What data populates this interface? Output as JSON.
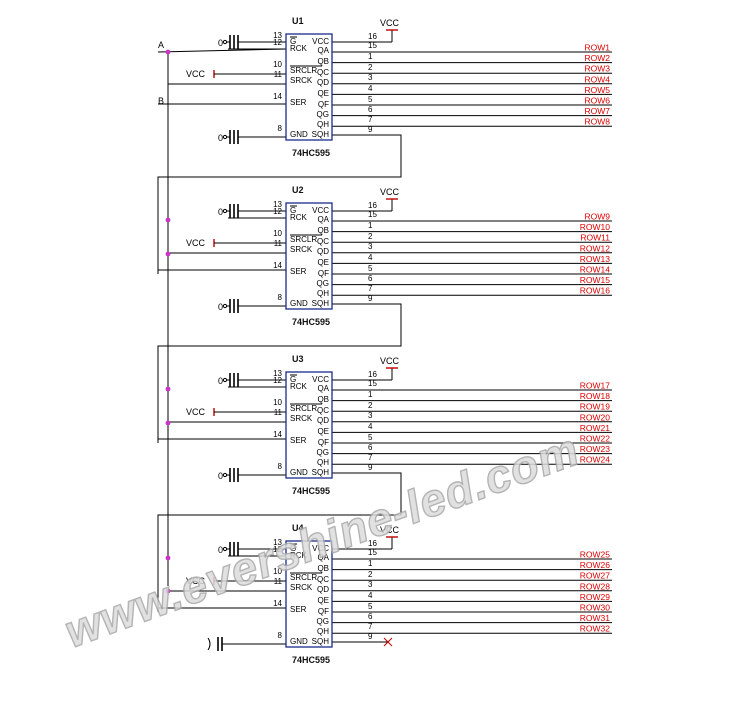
{
  "chips": [
    {
      "ref": "U1",
      "part": "74HC595",
      "vcc_label": "VCC",
      "vcc_pin": "16",
      "left_pins": [
        {
          "num": "13",
          "name": "G"
        },
        {
          "num": "12",
          "name": "RCK"
        },
        {
          "num": "10",
          "name": "SRCLR"
        },
        {
          "num": "11",
          "name": "SRCK"
        },
        {
          "num": "14",
          "name": "SER"
        },
        {
          "num": "8",
          "name": "GND"
        }
      ],
      "right_pins": [
        {
          "num": "16",
          "name": "VCC"
        },
        {
          "num": "15",
          "name": "QA"
        },
        {
          "num": "1",
          "name": "QB"
        },
        {
          "num": "2",
          "name": "QC"
        },
        {
          "num": "3",
          "name": "QD"
        },
        {
          "num": "4",
          "name": "QE"
        },
        {
          "num": "5",
          "name": "QF"
        },
        {
          "num": "6",
          "name": "QG"
        },
        {
          "num": "7",
          "name": "QH"
        },
        {
          "num": "9",
          "name": "SQH"
        }
      ],
      "rows": [
        "ROW1",
        "ROW2",
        "ROW3",
        "ROW4",
        "ROW5",
        "ROW6",
        "ROW7",
        "ROW8"
      ],
      "g_label": "0",
      "srclr_label": "VCC",
      "gnd_label": "0"
    },
    {
      "ref": "U2",
      "part": "74HC595",
      "vcc_label": "VCC",
      "vcc_pin": "16",
      "left_pins": [
        {
          "num": "13",
          "name": "G"
        },
        {
          "num": "12",
          "name": "RCK"
        },
        {
          "num": "10",
          "name": "SRCLR"
        },
        {
          "num": "11",
          "name": "SRCK"
        },
        {
          "num": "14",
          "name": "SER"
        },
        {
          "num": "8",
          "name": "GND"
        }
      ],
      "right_pins": [
        {
          "num": "16",
          "name": "VCC"
        },
        {
          "num": "15",
          "name": "QA"
        },
        {
          "num": "1",
          "name": "QB"
        },
        {
          "num": "2",
          "name": "QC"
        },
        {
          "num": "3",
          "name": "QD"
        },
        {
          "num": "4",
          "name": "QE"
        },
        {
          "num": "5",
          "name": "QF"
        },
        {
          "num": "6",
          "name": "QG"
        },
        {
          "num": "7",
          "name": "QH"
        },
        {
          "num": "9",
          "name": "SQH"
        }
      ],
      "rows": [
        "ROW9",
        "ROW10",
        "ROW11",
        "ROW12",
        "ROW13",
        "ROW14",
        "ROW15",
        "ROW16"
      ],
      "g_label": "0",
      "srclr_label": "VCC",
      "gnd_label": "0"
    },
    {
      "ref": "U3",
      "part": "74HC595",
      "vcc_label": "VCC",
      "vcc_pin": "16",
      "left_pins": [
        {
          "num": "13",
          "name": "G"
        },
        {
          "num": "12",
          "name": "RCK"
        },
        {
          "num": "10",
          "name": "SRCLR"
        },
        {
          "num": "11",
          "name": "SRCK"
        },
        {
          "num": "14",
          "name": "SER"
        },
        {
          "num": "8",
          "name": "GND"
        }
      ],
      "right_pins": [
        {
          "num": "16",
          "name": "VCC"
        },
        {
          "num": "15",
          "name": "QA"
        },
        {
          "num": "1",
          "name": "QB"
        },
        {
          "num": "2",
          "name": "QC"
        },
        {
          "num": "3",
          "name": "QD"
        },
        {
          "num": "4",
          "name": "QE"
        },
        {
          "num": "5",
          "name": "QF"
        },
        {
          "num": "6",
          "name": "QG"
        },
        {
          "num": "7",
          "name": "QH"
        },
        {
          "num": "9",
          "name": "SQH"
        }
      ],
      "rows": [
        "ROW17",
        "ROW18",
        "ROW19",
        "ROW20",
        "ROW21",
        "ROW22",
        "ROW23",
        "ROW24"
      ],
      "g_label": "0",
      "srclr_label": "VCC",
      "gnd_label": "0"
    },
    {
      "ref": "U4",
      "part": "74HC595",
      "vcc_label": "VCC",
      "vcc_pin": "16",
      "left_pins": [
        {
          "num": "13",
          "name": "G"
        },
        {
          "num": "12",
          "name": "RCK"
        },
        {
          "num": "10",
          "name": "SRCLR"
        },
        {
          "num": "11",
          "name": "SRCK"
        },
        {
          "num": "14",
          "name": "SER"
        },
        {
          "num": "8",
          "name": "GND"
        }
      ],
      "right_pins": [
        {
          "num": "16",
          "name": "VCC"
        },
        {
          "num": "15",
          "name": "QA"
        },
        {
          "num": "1",
          "name": "QB"
        },
        {
          "num": "2",
          "name": "QC"
        },
        {
          "num": "3",
          "name": "QD"
        },
        {
          "num": "4",
          "name": "QE"
        },
        {
          "num": "5",
          "name": "QF"
        },
        {
          "num": "6",
          "name": "QG"
        },
        {
          "num": "7",
          "name": "QH"
        },
        {
          "num": "9",
          "name": "SQH"
        }
      ],
      "rows": [
        "ROW25",
        "ROW26",
        "ROW27",
        "ROW28",
        "ROW29",
        "ROW30",
        "ROW31",
        "ROW32"
      ],
      "g_label": "0",
      "srclr_label": "VCC",
      "gnd_label": ""
    }
  ],
  "inputs": {
    "a_label": "A",
    "b_label": "B"
  },
  "watermark": "www.evershine-led.com",
  "colors": {
    "wire": "#000000",
    "chip_outline": "#1a2b8c",
    "row_label": "#e00000",
    "junction": "#cc33cc",
    "vcc_symbol": "#c00000",
    "watermark_fill": "#dcdcdc",
    "watermark_stroke": "#a8a8a8"
  }
}
